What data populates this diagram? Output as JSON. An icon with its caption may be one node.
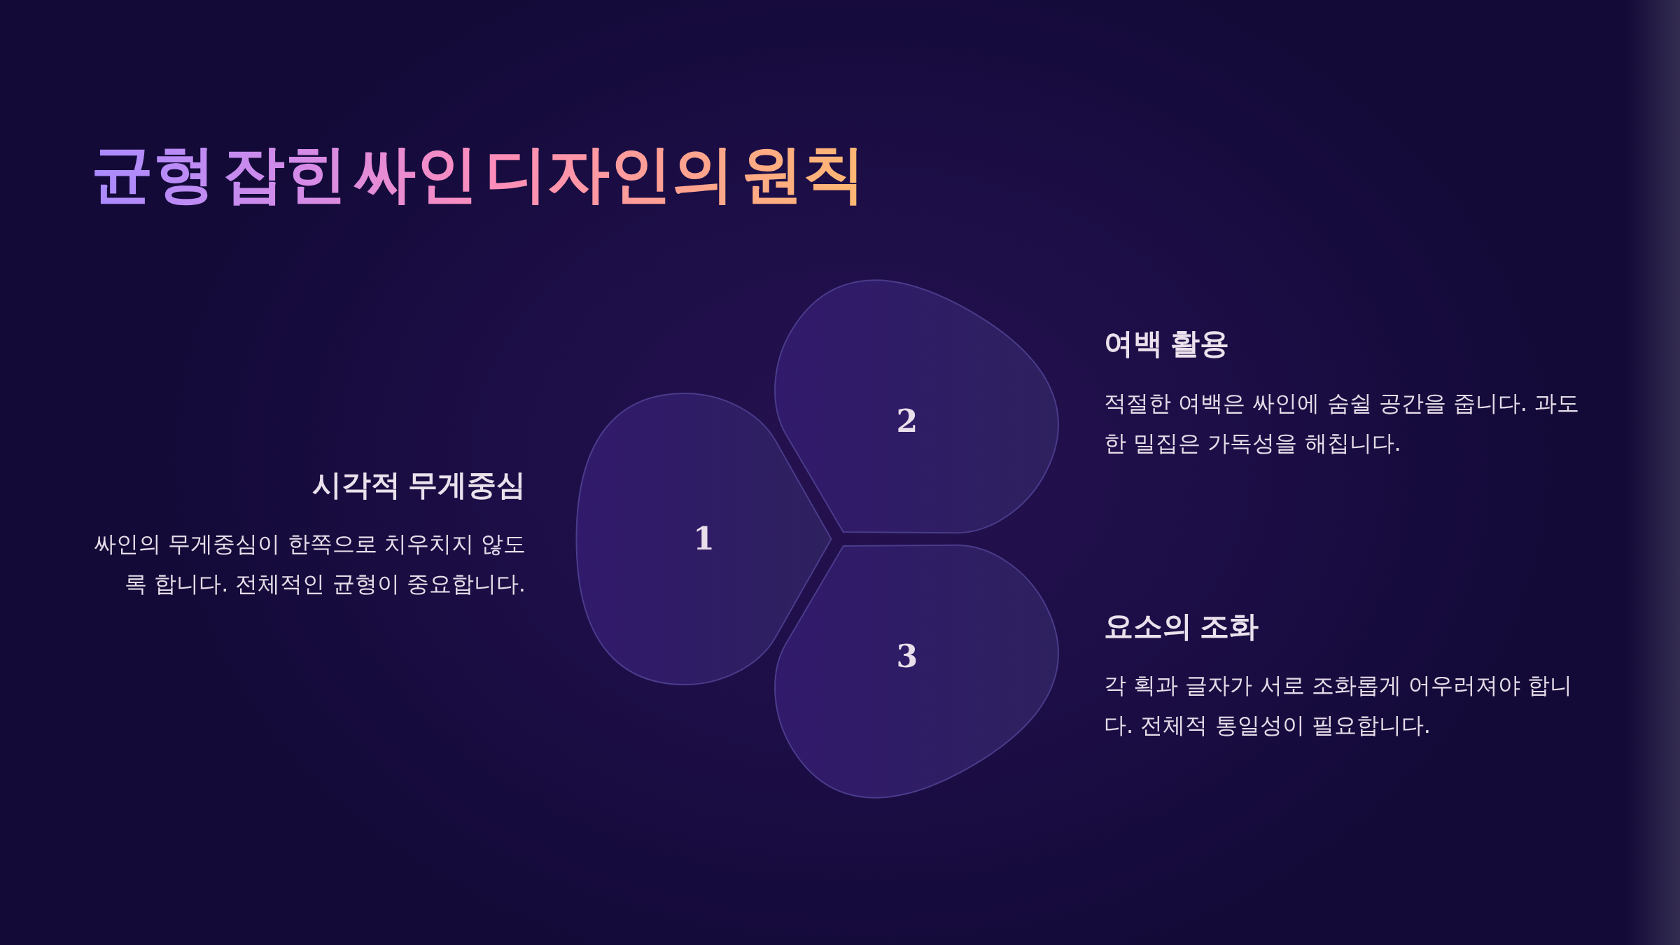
{
  "diagram": {
    "title": "균형 잡힌 싸인 디자인의 원칙",
    "nodes": [
      {
        "text": [
          "1"
        ],
        "beside": [
          "시각적 무게중심",
          "싸인의 무게중심이 한쪽으로 치우치지 않도록 합니다. 전체적인 균형이 중요합니다."
        ]
      },
      {
        "text": [
          "2"
        ],
        "beside": [
          "여백 활용",
          "적절한 여백은 싸인에 숨쉴 공간을 줍니다. 과도한 밀집은 가독성을 해칩니다."
        ]
      },
      {
        "text": [
          "3"
        ],
        "beside": [
          "요소의 조화",
          "각 획과 글자가 서로 조화롭게 어우러져야 합니다. 전체적 통일성이 필요합니다."
        ]
      }
    ]
  }
}
